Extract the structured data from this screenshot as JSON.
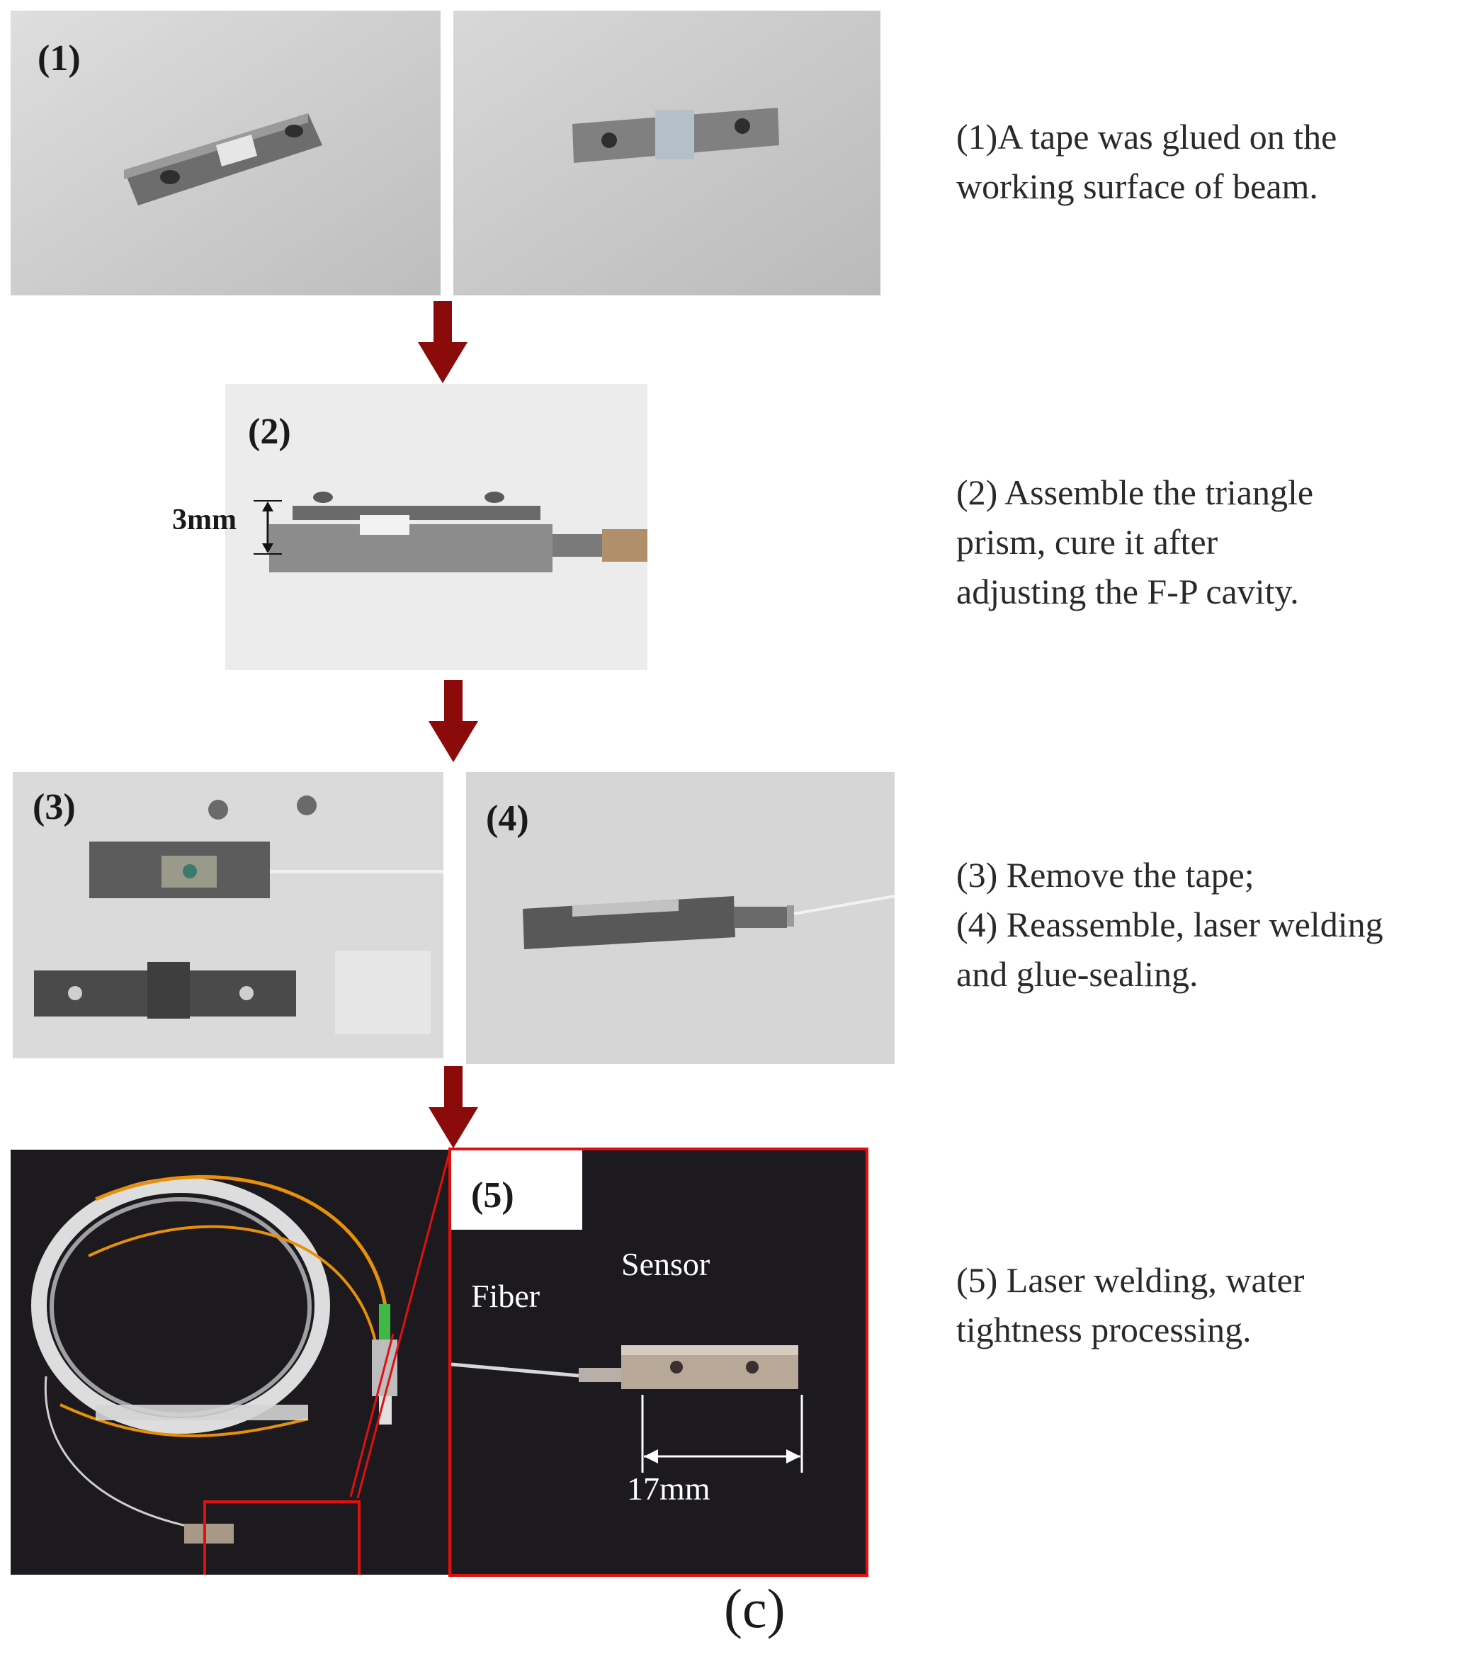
{
  "steps": [
    {
      "label": "(1)",
      "description_lines": [
        "(1)A tape was glued on the",
        "working surface of beam."
      ]
    },
    {
      "label": "(2)",
      "dimension": "3mm",
      "description_lines": [
        "(2) Assemble the triangle",
        "prism, cure it after",
        "adjusting the F-P cavity."
      ]
    },
    {
      "labels": [
        "(3)",
        "(4)"
      ],
      "description_lines": [
        "(3) Remove the tape;",
        "(4) Reassemble, laser welding",
        "and glue-sealing."
      ]
    },
    {
      "label": "(5)",
      "annotations": {
        "fiber": "Fiber",
        "sensor": "Sensor",
        "length": "17mm"
      },
      "description_lines": [
        "(5) Laser welding, water",
        "tightness processing."
      ]
    }
  ],
  "caption": "(c)",
  "colors": {
    "arrow": "#8b0a0a",
    "highlight_box": "#e01010",
    "photo_background": "#d4d4d4",
    "dark_background": "#1c1a1e"
  }
}
